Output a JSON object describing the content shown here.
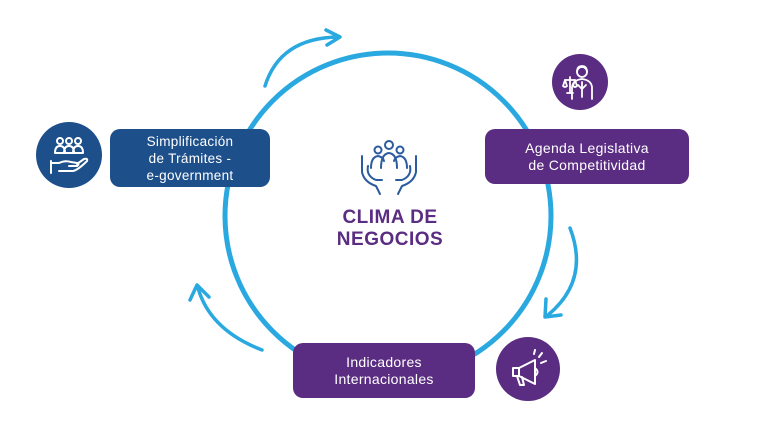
{
  "center": {
    "title_line1": "CLIMA DE",
    "title_line2": "NEGOCIOS",
    "icon": "hands-holding-people-icon"
  },
  "nodes": {
    "simplificacion": {
      "line1": "Simplificación",
      "line2": "de Trámites -",
      "line3": "e-government",
      "icon": "hand-holding-people-icon"
    },
    "agenda": {
      "line1": "Agenda Legislativa",
      "line2": "de Competitividad",
      "icon": "legislator-scales-icon"
    },
    "indicadores": {
      "line1": "Indicadores",
      "line2": "Internacionales",
      "icon": "megaphone-icon"
    }
  },
  "colors": {
    "ring": "#2aa8e0",
    "blue": "#1d4f8b",
    "purple": "#5b2d82",
    "icon_blue": "#2b5b9e"
  }
}
